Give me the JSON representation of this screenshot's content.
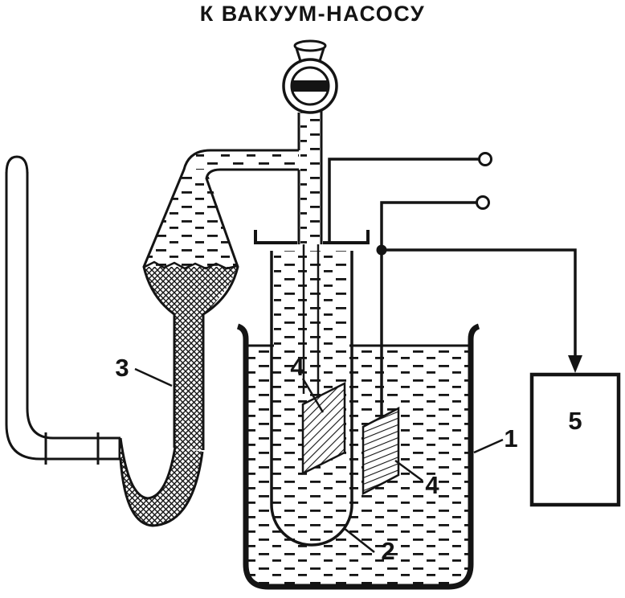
{
  "title": "К ВАКУУМ-НАСОСУ",
  "labels": {
    "beaker": "1",
    "vessel": "2",
    "manometer_tube": "3",
    "electrode_left": "4",
    "electrode_right": "4",
    "device_box": "5"
  },
  "colors": {
    "ink": "#141414",
    "background": "#ffffff"
  }
}
